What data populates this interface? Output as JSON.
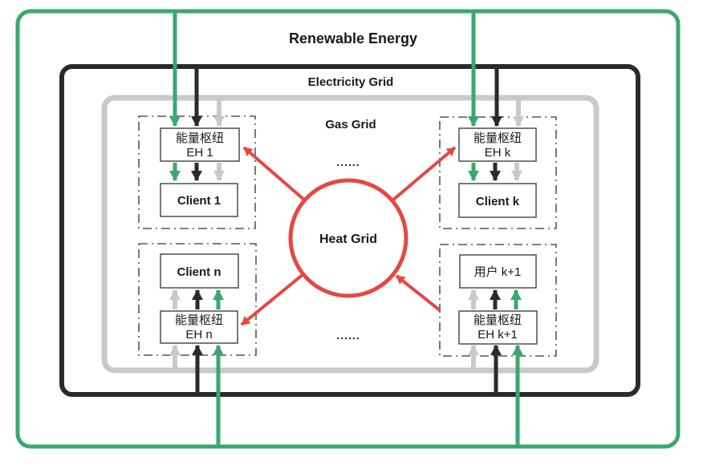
{
  "diagram": {
    "title": "Renewable  Energy",
    "electricity_label": "Electricity Grid",
    "gas_label": "Gas  Grid",
    "heat_label": "Heat Grid",
    "ellipsis_top": "......",
    "ellipsis_bottom": "......",
    "colors": {
      "renewable_green": "#3aa86e",
      "electricity_black": "#2a2a2a",
      "gas_gray": "#c9c9c9",
      "heat_red": "#e54742"
    },
    "hubs": {
      "top_left": {
        "name_cn": "能量枢纽",
        "name_en": "EH 1",
        "client": "Client 1"
      },
      "top_right": {
        "name_cn": "能量枢纽",
        "name_en": "EH k",
        "client": "Client k"
      },
      "bottom_left": {
        "name_cn": "能量枢纽",
        "name_en": "EH n",
        "client": "Client n"
      },
      "bottom_right": {
        "name_cn": "能量枢纽",
        "name_en": "EH k+1",
        "client": "用户 k+1"
      }
    }
  }
}
